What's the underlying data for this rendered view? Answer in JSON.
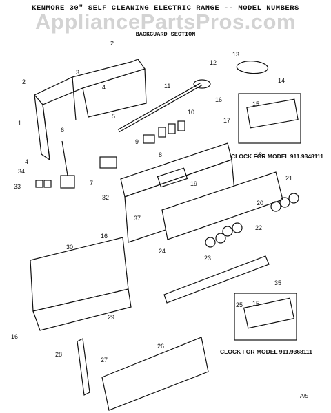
{
  "header": {
    "title": "KENMORE 30\" SELF CLEANING ELECTRIC RANGE -- MODEL NUMBERS",
    "subtitle": "",
    "section": "BACKGUARD SECTION"
  },
  "watermark": "AppliancePartsPros.com",
  "captions": {
    "clock_1": "CLOCK FOR MODEL 911.9348111",
    "clock_2": "CLOCK FOR MODEL 911.9368111"
  },
  "page_mark": "A/5",
  "callouts": [
    "1",
    "2",
    "3",
    "4",
    "5",
    "6",
    "7",
    "8",
    "9",
    "10",
    "11",
    "12",
    "13",
    "14",
    "15",
    "16",
    "17",
    "18",
    "19",
    "20",
    "21",
    "22",
    "23",
    "24",
    "25",
    "26",
    "27",
    "28",
    "29",
    "30",
    "32",
    "33",
    "34",
    "35",
    "37"
  ]
}
